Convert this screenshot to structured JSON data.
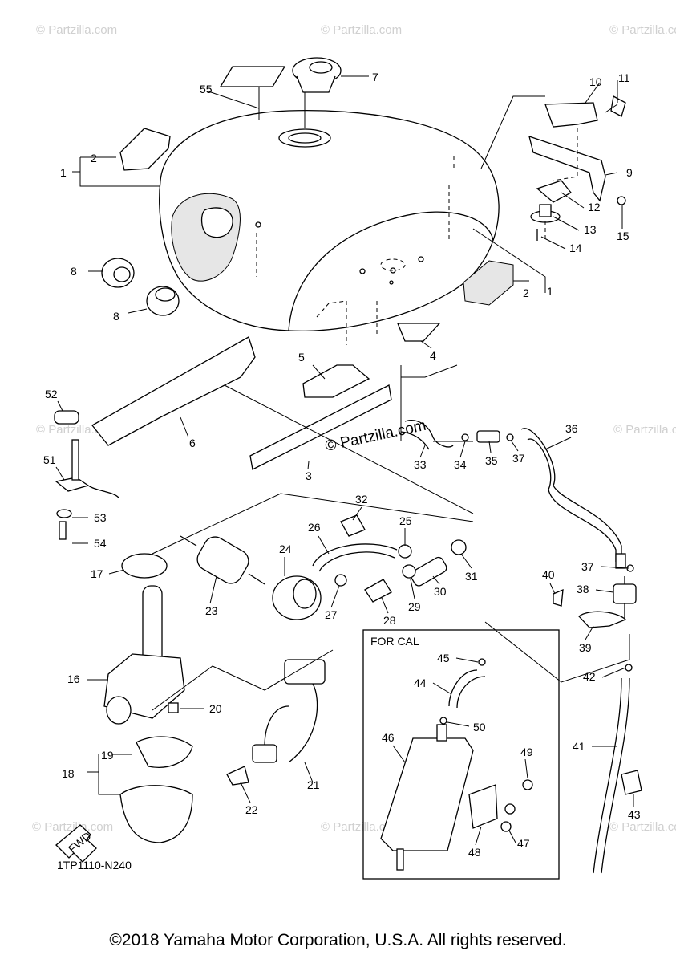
{
  "watermarks": {
    "repeat_text": "© Partzilla.com",
    "center_text": "© Partzilla.com"
  },
  "callouts": [
    "1",
    "2",
    "3",
    "4",
    "5",
    "6",
    "7",
    "8",
    "9",
    "10",
    "11",
    "12",
    "13",
    "14",
    "15",
    "16",
    "17",
    "18",
    "19",
    "20",
    "21",
    "22",
    "23",
    "24",
    "25",
    "26",
    "27",
    "28",
    "29",
    "30",
    "31",
    "32",
    "33",
    "34",
    "35",
    "36",
    "37",
    "38",
    "39",
    "40",
    "41",
    "42",
    "43",
    "44",
    "45",
    "46",
    "47",
    "48",
    "49",
    "50",
    "51",
    "52",
    "53",
    "54",
    "55"
  ],
  "for_cal_box": {
    "title": "FOR CAL"
  },
  "fwd_arrow": {
    "label": "FWD"
  },
  "diagram_code": "1TP1110-N240",
  "copyright": "©2018 Yamaha Motor Corporation, U.S.A. All rights reserved."
}
